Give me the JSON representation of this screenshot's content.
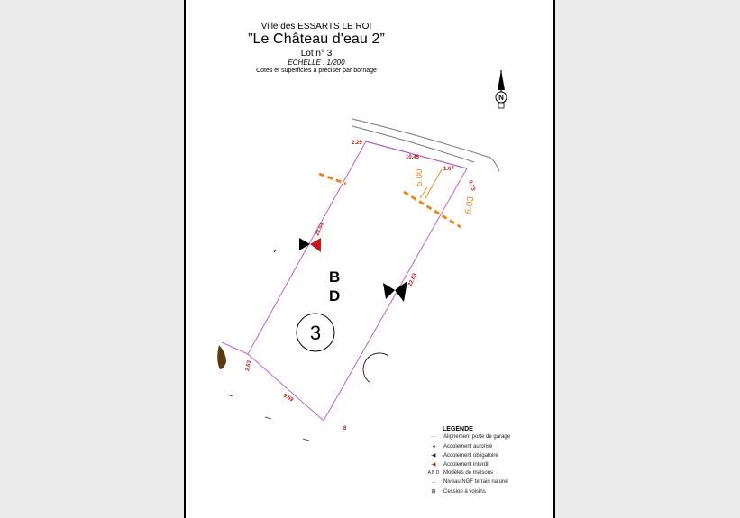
{
  "header": {
    "city": "Ville des ESSARTS LE ROI",
    "project": "”Le Château d'eau 2”",
    "lot": "Lot n° 3",
    "scale": "ECHELLE : 1/200",
    "note": "Cotes et superficies à préciser par bornage"
  },
  "north_label": "N",
  "plan": {
    "lot_number": "3",
    "zone_letters": [
      "B",
      "D"
    ],
    "dimensions": {
      "top_left": "2.25",
      "top_mid": "10.45",
      "top_right_a": "1.67",
      "top_right_b": "0.73",
      "left_side": "23.04",
      "right_side": "22.83",
      "bottom_left": "2.63",
      "bottom": "9.59",
      "bottom_right": "8",
      "garage_setback": "5.00",
      "garage_width": "6.03"
    }
  },
  "legend": {
    "title": "LEGENDE",
    "items": [
      {
        "symbol": "—",
        "label": "Alignement porte de garage"
      },
      {
        "symbol": "◂",
        "label": "Accolement autorisé"
      },
      {
        "symbol": "◀",
        "label": "Accolement obligatoire"
      },
      {
        "symbol": "◀",
        "label": "Accolement interdit"
      },
      {
        "symbol": "A B D",
        "label": "Modèles de maisons"
      },
      {
        "symbol": "→",
        "label": "Niveau NGF terrain naturel"
      },
      {
        "symbol": "⊞",
        "label": "Cession à voisins"
      }
    ]
  },
  "colors": {
    "parcel_line": "#c060c8",
    "dimension_red": "#c0161c",
    "garage_orange": "#e88a2a",
    "road_line": "#777777",
    "brown_mark": "#5a3a10"
  }
}
